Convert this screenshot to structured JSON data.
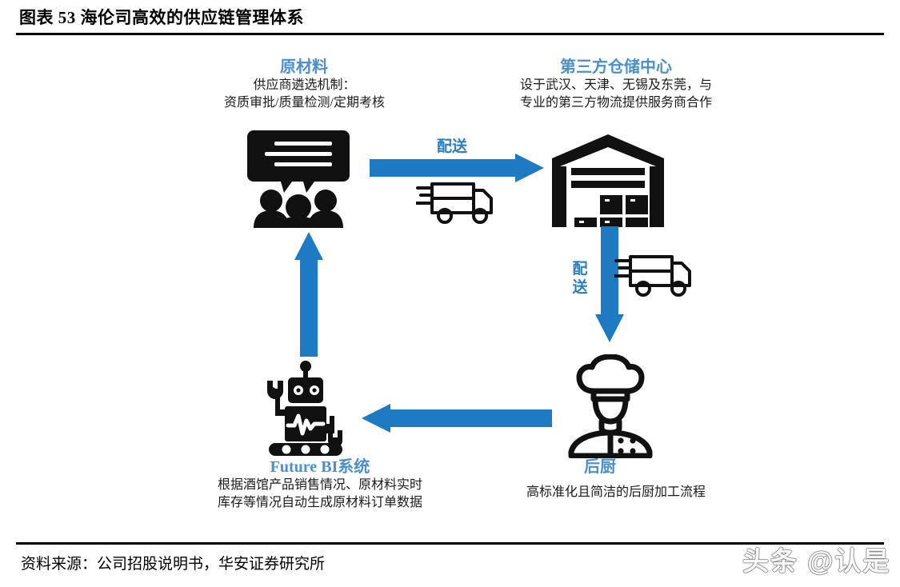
{
  "title": "图表 53 海伦司高效的供应链管理体系",
  "footer": {
    "source": "资料来源：公司招股说明书，华安证券研究所",
    "watermark": "头条 @认是"
  },
  "colors": {
    "arrow_blue": "#1f7ac4",
    "heading_blue": "#4a90cc",
    "label_blue": "#2a7fc4",
    "icon_black": "#111111",
    "rule_black": "#000000"
  },
  "nodes": [
    {
      "id": "raw-material",
      "heading": "原材料",
      "description": "供应商遴选机制：\n资质审批/质量检测/定期考核",
      "icon": "people-speech-bubble-icon"
    },
    {
      "id": "third-party-warehouse",
      "heading": "第三方仓储中心",
      "description": "设于武汉、天津、无锡及东莞，与\n专业的第三方物流提供服务商合作",
      "icon": "warehouse-icon"
    },
    {
      "id": "back-kitchen",
      "heading": "后厨",
      "description": "高标准化且简洁的后厨加工流程",
      "icon": "chef-icon"
    },
    {
      "id": "future-bi-system",
      "heading": "Future BI系统",
      "description": "根据酒馆产品销售情况、原材料实时\n库存等情况自动生成原材料订单数据",
      "icon": "robot-icon"
    }
  ],
  "flows": [
    {
      "id": "raw-to-warehouse",
      "label": "配送",
      "direction": "right",
      "icon": "delivery-truck-icon"
    },
    {
      "id": "warehouse-to-kitchen",
      "label_vertical": "配\n送",
      "label_char_1": "配",
      "label_char_2": "送",
      "direction": "down",
      "icon": "delivery-truck-icon"
    },
    {
      "id": "kitchen-to-bi",
      "label": "",
      "direction": "left"
    },
    {
      "id": "bi-to-raw",
      "label": "",
      "direction": "up"
    }
  ]
}
